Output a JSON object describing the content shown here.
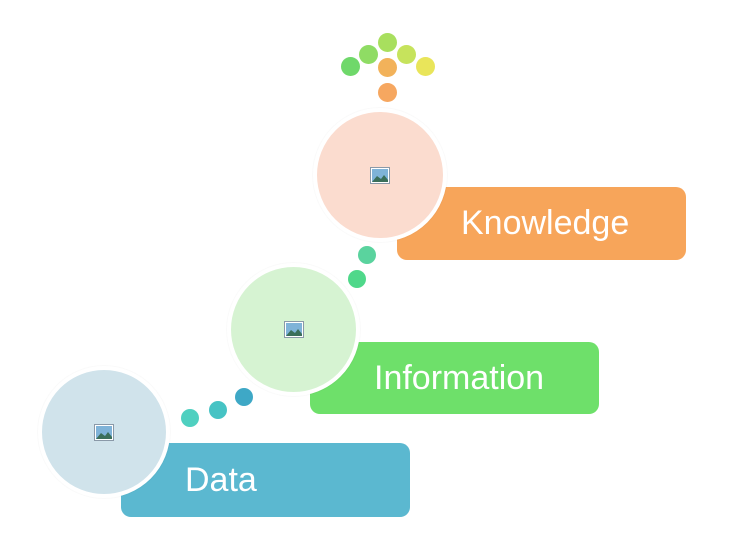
{
  "stages": [
    {
      "label": "Data",
      "box_color": "#5bb8d0",
      "circle_color": "#d0e3eb",
      "connector_color": "#4fd0c0"
    },
    {
      "label": "Information",
      "box_color": "#6ee06a",
      "circle_color": "#d6f3d2",
      "connector_color": "#4fd88a"
    },
    {
      "label": "Knowledge",
      "box_color": "#f7a55a",
      "circle_color": "#fbdccf",
      "connector_color": "#f6a760"
    }
  ],
  "icons": {
    "placeholder": "image-placeholder-icon",
    "arrow": "dotted-up-arrow-icon"
  },
  "arrow_colors": [
    "#6fd86a",
    "#a8df5e",
    "#f2b25a",
    "#e9e55a"
  ]
}
